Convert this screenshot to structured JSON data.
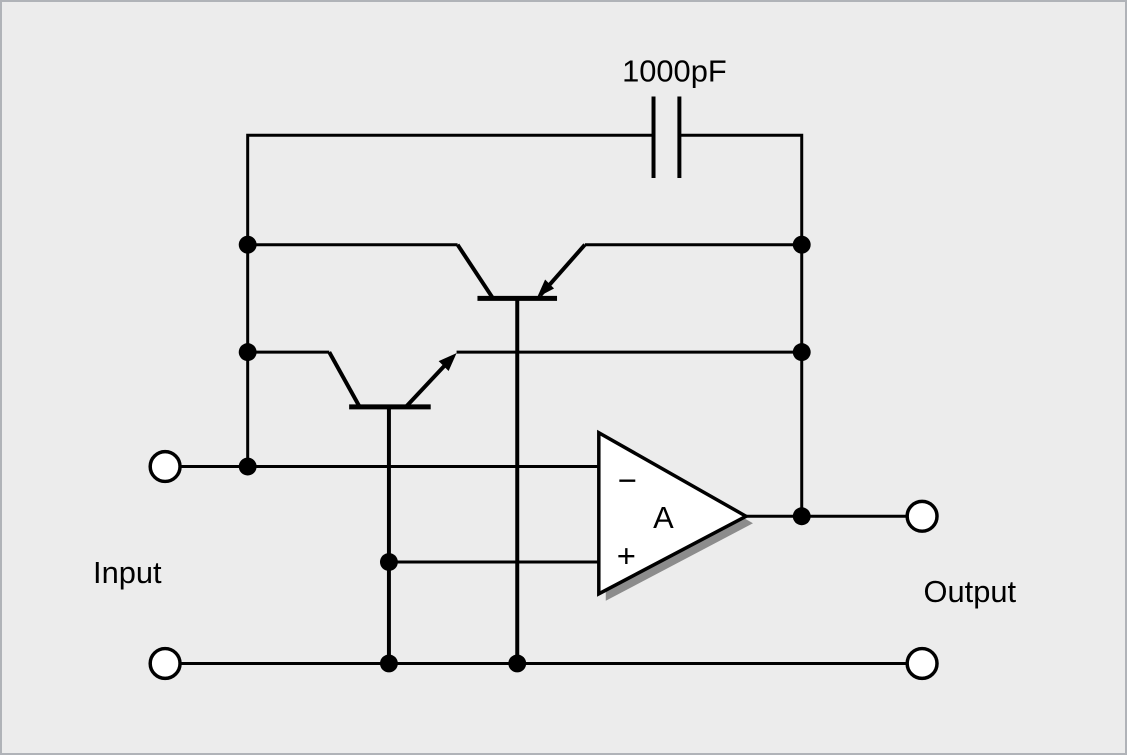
{
  "labels": {
    "capacitor": "1000pF",
    "input": "Input",
    "output": "Output",
    "opamp_gain": "A",
    "opamp_inverting": "−",
    "opamp_noninverting": "+"
  },
  "colors": {
    "background": "#ececec",
    "border": "#b0b3b8",
    "line": "#000000",
    "opamp_shadow": "#8c8c8c",
    "terminal_fill": "#ffffff"
  }
}
